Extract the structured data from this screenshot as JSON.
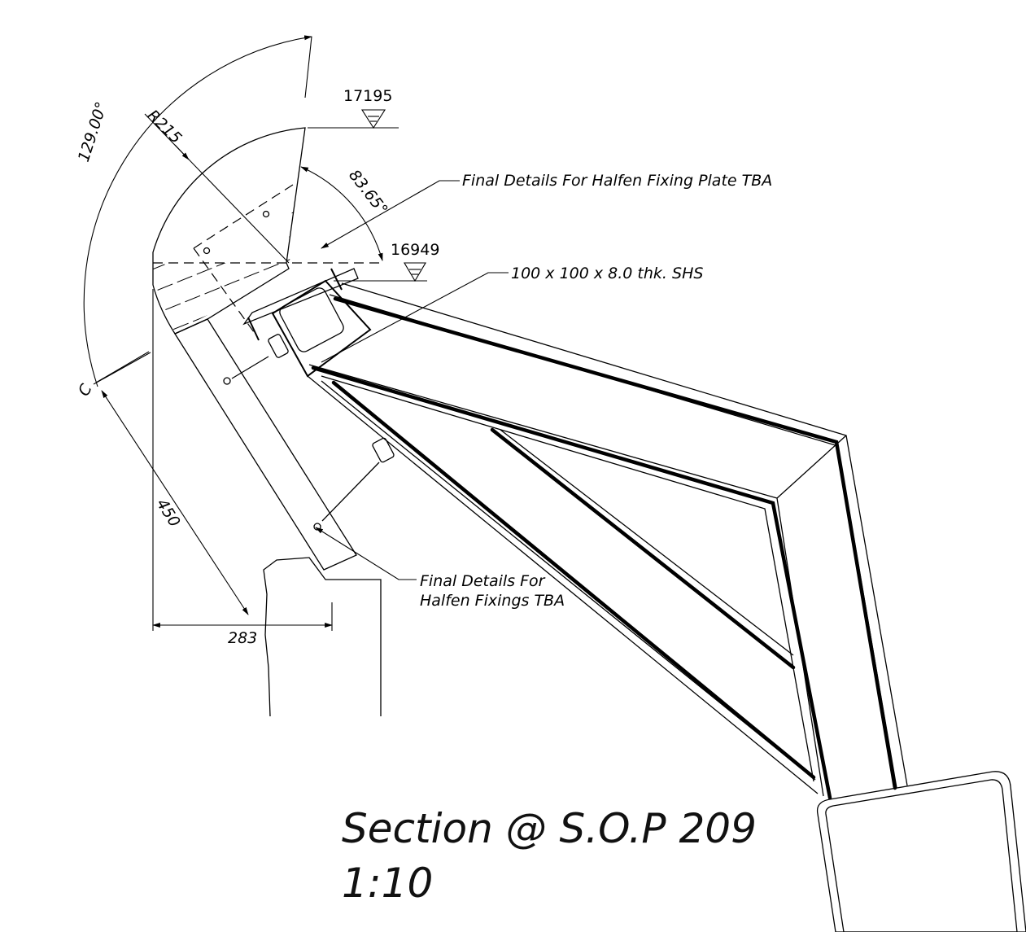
{
  "title": {
    "line1": "Section @ S.O.P 209",
    "line2": "1:10"
  },
  "levels": {
    "top": "17195",
    "mid": "16949"
  },
  "dimensions": {
    "angle_outer": "129.00°",
    "angle_inner": "83.65°",
    "radius": "R215",
    "length_450": "450",
    "length_283": "283"
  },
  "annotations": {
    "fixing_plate": "Final Details For Halfen Fixing Plate TBA",
    "shs": "100 x 100 x 8.0 thk. SHS",
    "fixings_line1": "Final Details For",
    "fixings_line2": "Halfen Fixings TBA"
  },
  "centerline_mark": "C"
}
